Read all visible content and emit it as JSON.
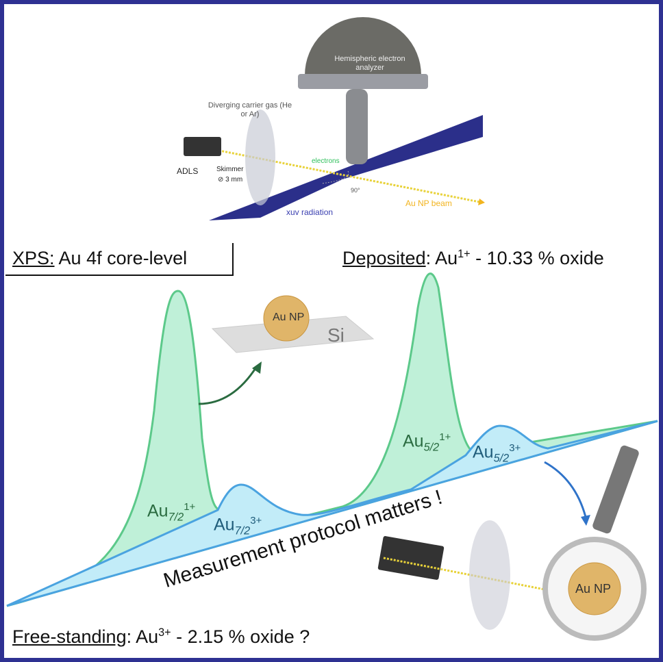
{
  "setup": {
    "analyzer": "Hemispheric electron analyzer",
    "gas": "Diverging carrier gas (He or Ar)",
    "adls": "ADLS",
    "skimmer": "Skimmer",
    "skimmer_size": "⊘ 3 mm",
    "electrons": "electrons",
    "angle": "90°",
    "beam": "Au NP beam",
    "xuv": "xuv radiation"
  },
  "xps": {
    "label": "XPS:",
    "rest": " Au 4f core-level"
  },
  "deposited": {
    "label": "Deposited",
    "rest": ": Au",
    "sup": "1+",
    "tail": " - 10.33 % oxide"
  },
  "free": {
    "label": "Free-standing",
    "rest": ": Au",
    "sup": "3+",
    "tail": " - 2.15 % oxide ?"
  },
  "peaks": {
    "p1": {
      "base": "Au",
      "sub": "7/2",
      "sup": "1+"
    },
    "p2": {
      "base": "Au",
      "sub": "7/2",
      "sup": "3+"
    },
    "p3": {
      "base": "Au",
      "sub": "5/2",
      "sup": "1+"
    },
    "p4": {
      "base": "Au",
      "sub": "5/2",
      "sup": "3+"
    }
  },
  "np": {
    "label": "Au NP",
    "substrate": "Si"
  },
  "protocol": "Measurement protocol matters !",
  "colors": {
    "border": "#2e3192",
    "green": "#5cc98a",
    "blue": "#4aa3e0"
  }
}
